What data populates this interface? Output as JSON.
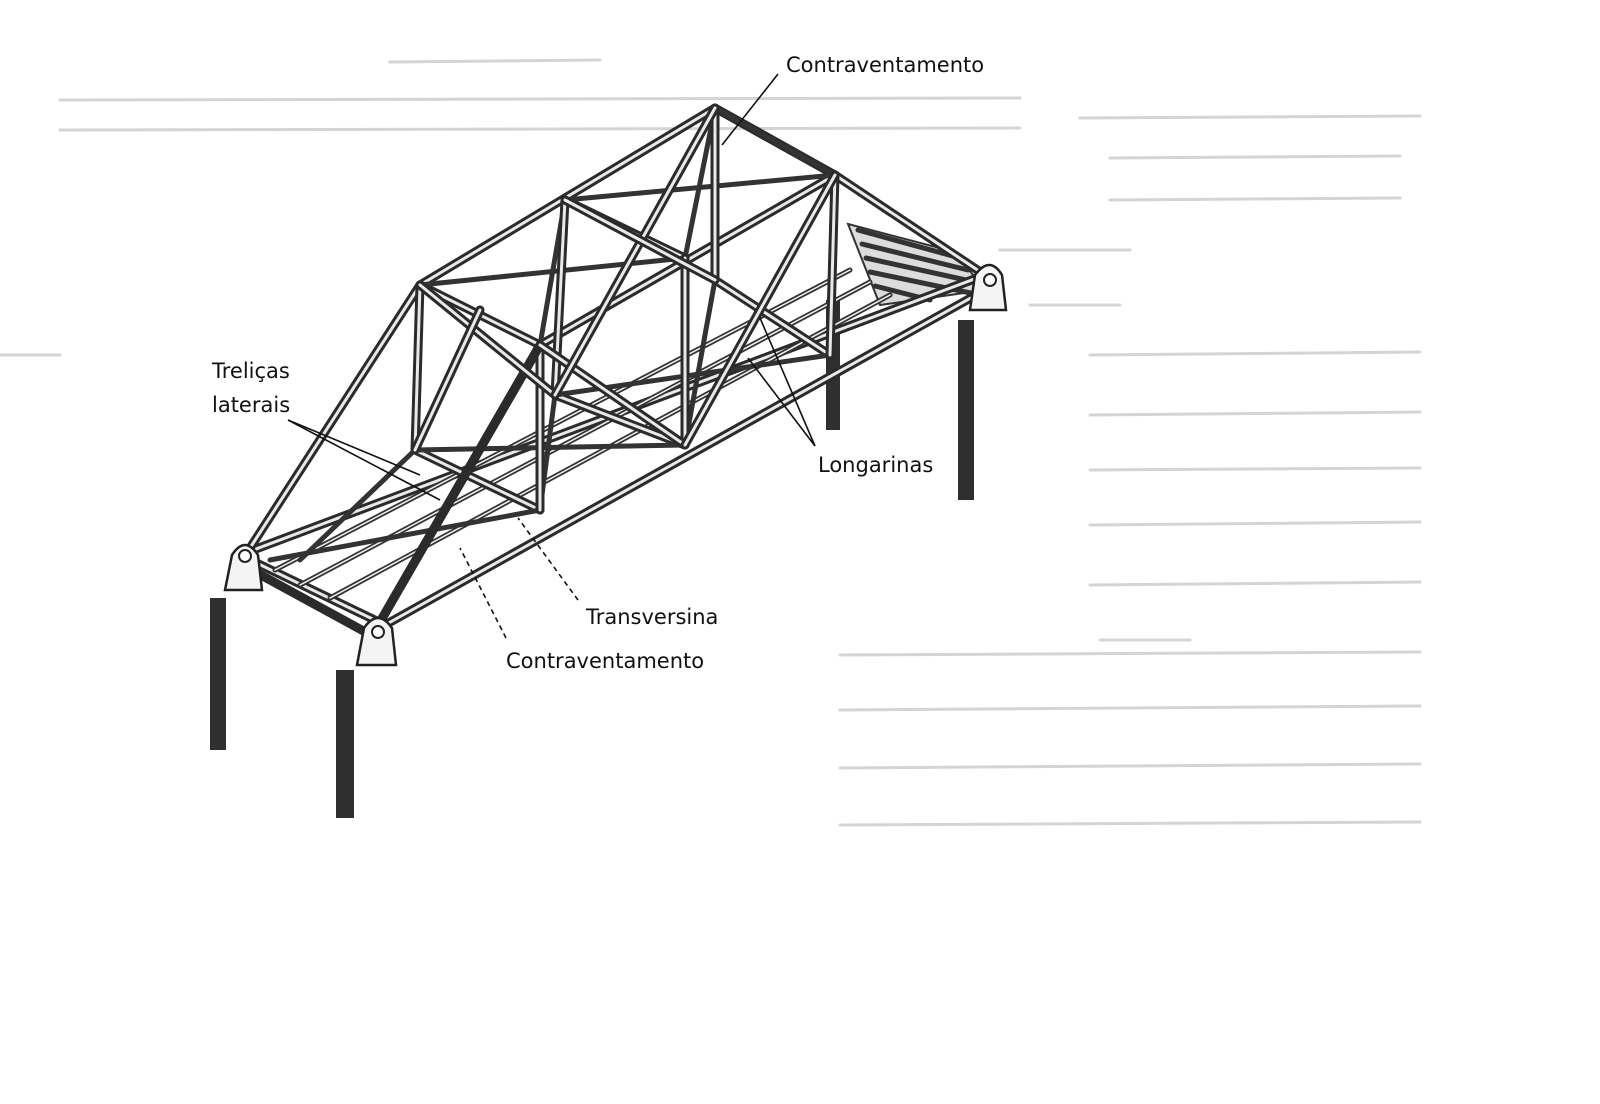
{
  "diagram": {
    "labels": {
      "contraventamento_top": "Contraventamento",
      "trelicas_line1": "Treliças",
      "trelicas_line2": "laterais",
      "longarinas": "Longarinas",
      "transversina": "Transversina",
      "contraventamento_bottom": "Contraventamento"
    }
  }
}
